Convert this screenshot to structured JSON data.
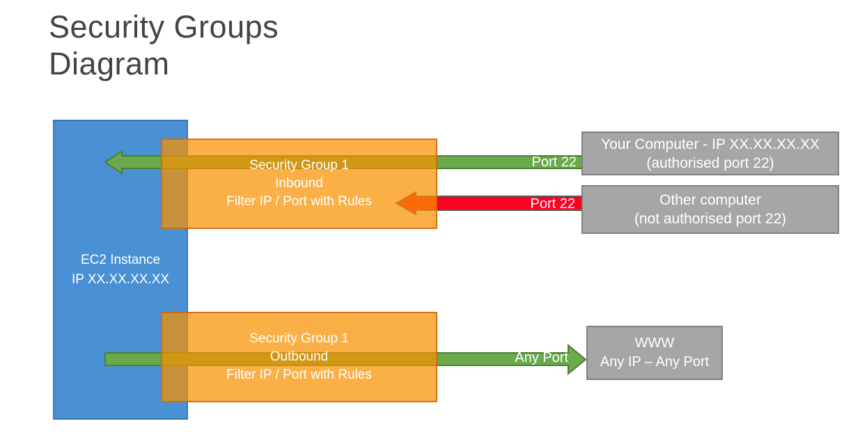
{
  "title": {
    "line1": "Security Groups",
    "line2": "Diagram"
  },
  "ec2": {
    "line1": "EC2 Instance",
    "line2": "IP XX.XX.XX.XX"
  },
  "sg_inbound": {
    "line1": "Security Group 1",
    "line2": "Inbound",
    "line3": "Filter IP / Port with Rules"
  },
  "sg_outbound": {
    "line1": "Security Group 1",
    "line2": "Outbound",
    "line3": "Filter IP / Port with Rules"
  },
  "your_computer": {
    "line1": "Your Computer - IP XX.XX.XX.XX",
    "line2": "(authorised port 22)"
  },
  "other_computer": {
    "line1": "Other computer",
    "line2": "(not authorised port 22)"
  },
  "www": {
    "line1": "WWW",
    "line2": "Any IP – Any Port"
  },
  "labels": {
    "inbound_allowed": "Port 22",
    "inbound_blocked": "Port 22",
    "outbound": "Any Port"
  },
  "colors": {
    "ec2_fill": "#4A90D5",
    "ec2_border": "#3A76B6",
    "sg_fill_over_white": "#FBB047",
    "sg_border": "#D8821F",
    "gray_fill": "#A6A6A6",
    "gray_border": "#7F7F7F",
    "allowed_arrow": "#6AAA4B",
    "allowed_arrow_border": "#4E7E33",
    "blocked_arrow": "#FF0021",
    "blocked_arrow_border": "#595959",
    "box_text": "#FFFFFF",
    "title_text": "#3F4547"
  }
}
